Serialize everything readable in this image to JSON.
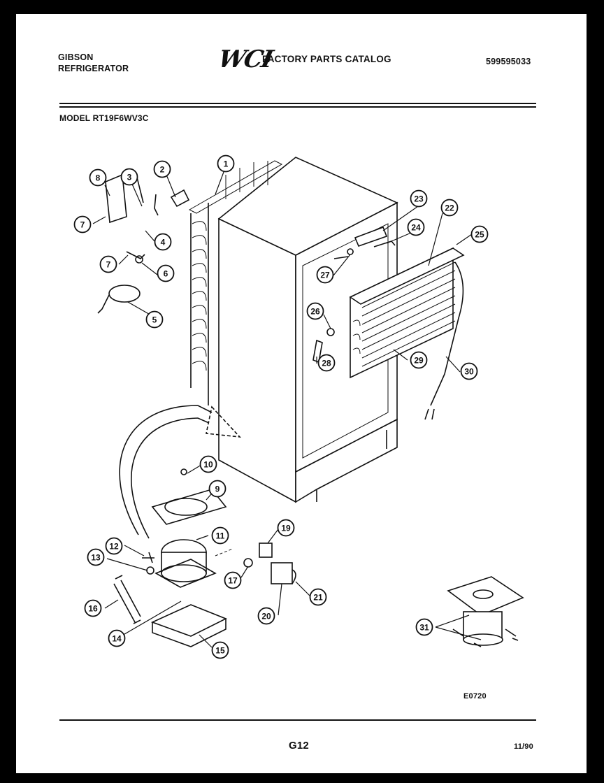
{
  "header": {
    "brand_line1": "GIBSON",
    "brand_line2": "REFRIGERATOR",
    "logo_text": "WCI",
    "catalog_title": "FACTORY PARTS CATALOG",
    "catalog_number": "599595033"
  },
  "model_line": "MODEL RT19F6WV3C",
  "callouts": [
    "1",
    "2",
    "3",
    "4",
    "5",
    "6",
    "7",
    "7",
    "8",
    "10",
    "9",
    "11",
    "12",
    "13",
    "14",
    "15",
    "16",
    "17",
    "19",
    "20",
    "21",
    "22",
    "23",
    "24",
    "25",
    "26",
    "27",
    "28",
    "29",
    "30",
    "31"
  ],
  "footer": {
    "diagram_code": "E0720",
    "page_id": "G12",
    "date_code": "11/90"
  }
}
